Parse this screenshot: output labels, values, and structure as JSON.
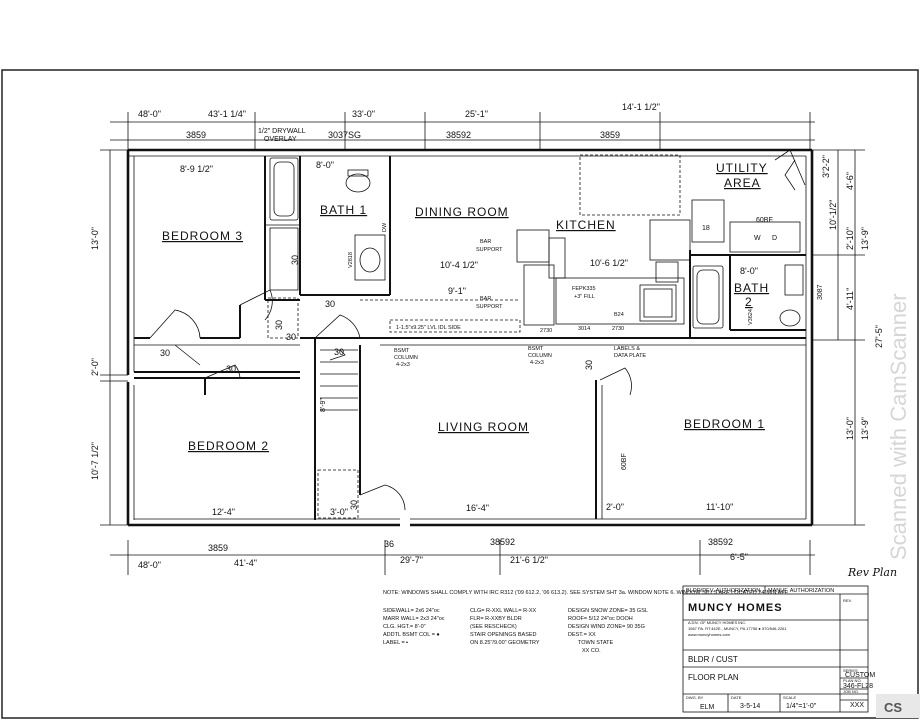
{
  "rooms": {
    "bedroom3": "BEDROOM 3",
    "bath1": "BATH 1",
    "dining": "DINING ROOM",
    "kitchen": "KITCHEN",
    "utility1": "UTILITY",
    "utility2": "AREA",
    "bath2a": "BATH",
    "bath2b": "2",
    "bedroom2": "BEDROOM 2",
    "living": "LIVING ROOM",
    "bedroom1": "BEDROOM 1"
  },
  "top_dims": [
    "48'-0\"",
    "43'-1 1/4\"",
    "33'-0\"",
    "25'-1\"",
    "14'-1 1/2\""
  ],
  "top_windows": [
    "3859",
    "3037SG",
    "38592",
    "3859"
  ],
  "drywall_note": [
    "1/2\" DRYWALL",
    "OVERLAY"
  ],
  "bottom_dims": [
    "48'-0\"",
    "41'-4\"",
    "29'-7\"",
    "21'-6 1/2\"",
    "6'-5\""
  ],
  "bottom_windows": [
    "3859",
    "38592",
    "38592"
  ],
  "bottom_misc": [
    "36"
  ],
  "left_dims": [
    "13'-0\"",
    "2'-0\"",
    "10'-7 1/2\""
  ],
  "right_dims": [
    "3'2-2\"",
    "4'-6\"",
    "10'-1/2\"",
    "2'-10\"",
    "13'-9\"",
    "4'-11\"",
    "27'-5\"",
    "13'-0\"",
    "13'-9\""
  ],
  "interior": {
    "d_8_9": "8'-9 1/2\"",
    "d_8_0a": "8'-0\"",
    "d_10_4": "10'-4 1/2\"",
    "d_10_6": "10'-6 1/2\"",
    "d_8_0b": "8'-0\"",
    "d_9_1": "9'-1\"",
    "d_12_4": "12'-4\"",
    "d_16_4": "16'-4\"",
    "d_11_10": "11'-10\"",
    "d_2_0": "2'-0\"",
    "d_3_0": "3'-0\"",
    "d_8_9v": "8'-9\"",
    "bar1": [
      "BAR",
      "SUPPORT"
    ],
    "bar2": [
      "BAR",
      "SUPPORT"
    ],
    "lvl": "1-1.5\"x9.25\" LVL IDL SIDE",
    "col1": [
      "BSMT",
      "COLUMN",
      "4-2x3"
    ],
    "col2": [
      "BSMT",
      "COLUMN",
      "4-2x3"
    ],
    "labels_plate": [
      "LABELS &",
      "DATA PLATE"
    ],
    "fepk": [
      "FEPK335",
      "+3\" FILL"
    ],
    "cab": [
      "2730",
      "3014",
      "2730",
      "B24"
    ],
    "d30": "30",
    "d60bf": "60BF",
    "d60bf2": "60BF",
    "w": "W",
    "d": "D",
    "d18": "18",
    "d3087": "3087",
    "v2818": "V2818",
    "v3624": "V3624",
    "hanger": "DW"
  },
  "notes": {
    "note": "NOTE: WINDOWS SHALL COMPLY WITH IRC R312 ('09 612.2, '06 613.2). SEE SYSTEM SHT 3a. WINDOW NOTE 6. WINDOW SILLS ARE LOCATED 24\"MIN AFF.",
    "specs_left": [
      "SIDEWALL= 2x6 24\"oc",
      "MARR WALL= 2x3 24\"oc",
      "CLG. HGT.= 8'-0\"",
      "ADDTL BSMT COL = ●",
      "LABEL = ▪"
    ],
    "specs_mid": [
      "CLG= R-XXL WALL= R-XX",
      "FLR= R-XXBY BLDR",
      "(SEE RESCHECK)",
      "STAIR OPENINGS BASED",
      "ON 8.25\"/9.00\" GEOMETRY"
    ],
    "specs_right": [
      "DESIGN SNOW ZONE= 35 GSL",
      "ROOF= 5/12 24\"oc DOOH",
      "DESIGN WIND ZONE= 90 35G",
      "DEST.= XX",
      "TOWN STATE",
      "XX CO."
    ]
  },
  "title_block": {
    "hdr1": "BLDR/DEV. AUTHORIZATION",
    "hdr2": "MANUF. AUTHORIZATION",
    "company": "MUNCY HOMES",
    "address": [
      "A DIV. OF MUNCY HOMES INC.",
      "1567 PA. RT.442E., MUNCY, PA 17756 ● 570/546-2261",
      "www.muncyhomes.com"
    ],
    "bldr": "BLDR / CUST",
    "floor_plan": "FLOOR PLAN",
    "model": "ELM",
    "date": "3-5-14",
    "scale": "1/4\"=1'-0\"",
    "custom": "CUSTOM",
    "plan_no": "346-FL28",
    "drawn": "XXX",
    "label_dwg": "DWG. BY",
    "label_date": "DATE",
    "label_scale": "SCALE",
    "label_series": "SERIES",
    "label_plan": "PLAN NO.",
    "label_job": "JOB NO.",
    "rev": "REV."
  },
  "handwriting": "Rev Plan",
  "watermark": "Scanned with CamScanner",
  "watermark_badge": "CS"
}
